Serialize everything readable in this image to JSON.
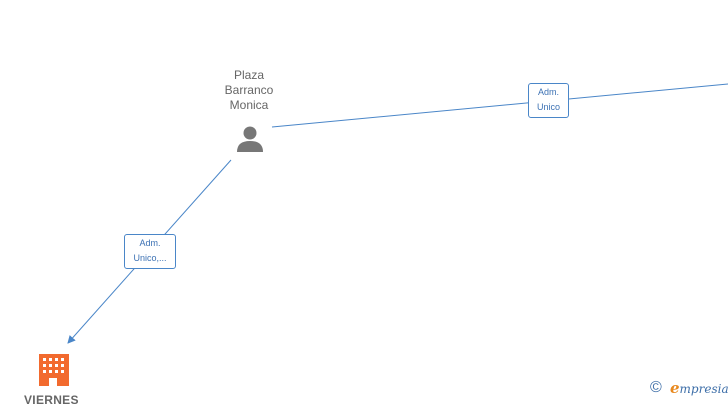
{
  "person": {
    "name_lines": [
      "Plaza",
      "Barranco",
      "Monica"
    ],
    "icon": "person-icon"
  },
  "company": {
    "name": "VIERNES",
    "icon": "building-icon"
  },
  "edges": [
    {
      "label_lines": [
        "Adm.",
        "Unico"
      ]
    },
    {
      "label_lines": [
        "Adm.",
        "Unico,..."
      ]
    }
  ],
  "footer": {
    "copyright_symbol": "©",
    "brand_initial": "e",
    "brand_rest": "mpresia"
  },
  "colors": {
    "edge": "#4a86c8",
    "person": "#777777",
    "company": "#f26a2e"
  }
}
